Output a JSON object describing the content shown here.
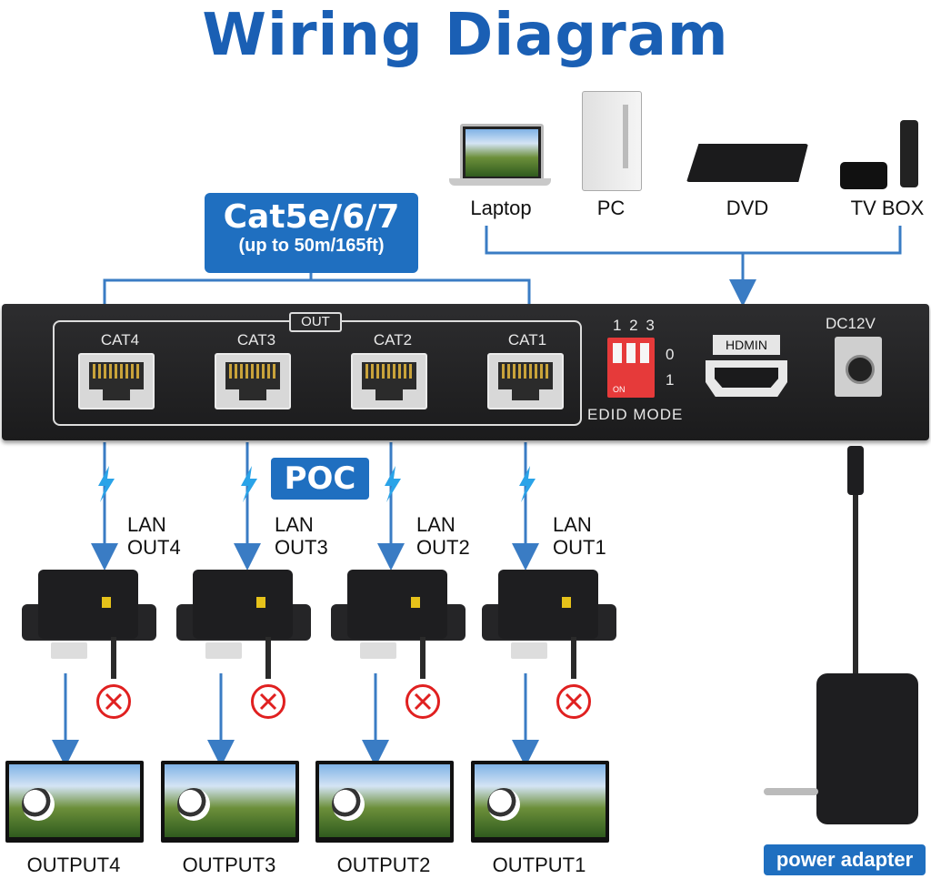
{
  "title": "Wiring Diagram",
  "sources": [
    {
      "name": "Laptop"
    },
    {
      "name": "PC"
    },
    {
      "name": "DVD"
    },
    {
      "name": "TV BOX"
    }
  ],
  "cable": {
    "main": "Cat5e/6/7",
    "sub": "(up to 50m/165ft)"
  },
  "transmitter": {
    "out_label": "OUT",
    "ports": [
      "CAT4",
      "CAT3",
      "CAT2",
      "CAT1"
    ],
    "dip_numbers": "1 2 3",
    "dip_on": "ON",
    "dip_zero": "0",
    "dip_one": "1",
    "edid_label": "EDID MODE",
    "hdmi_label": "HDMIN",
    "dc_label": "DC12V"
  },
  "poc": "POC",
  "lan_outputs": [
    {
      "line1": "LAN",
      "line2": "OUT4"
    },
    {
      "line1": "LAN",
      "line2": "OUT3"
    },
    {
      "line1": "LAN",
      "line2": "OUT2"
    },
    {
      "line1": "LAN",
      "line2": "OUT1"
    }
  ],
  "outputs": [
    "OUTPUT4",
    "OUTPUT3",
    "OUTPUT2",
    "OUTPUT1"
  ],
  "power_adapter": "power adapter",
  "colors": {
    "accent": "#1f6fc0",
    "title": "#1a5fb4",
    "wire": "#3a7cc4",
    "forbidden": "#e02020",
    "bolt": "#2aa3e8"
  }
}
